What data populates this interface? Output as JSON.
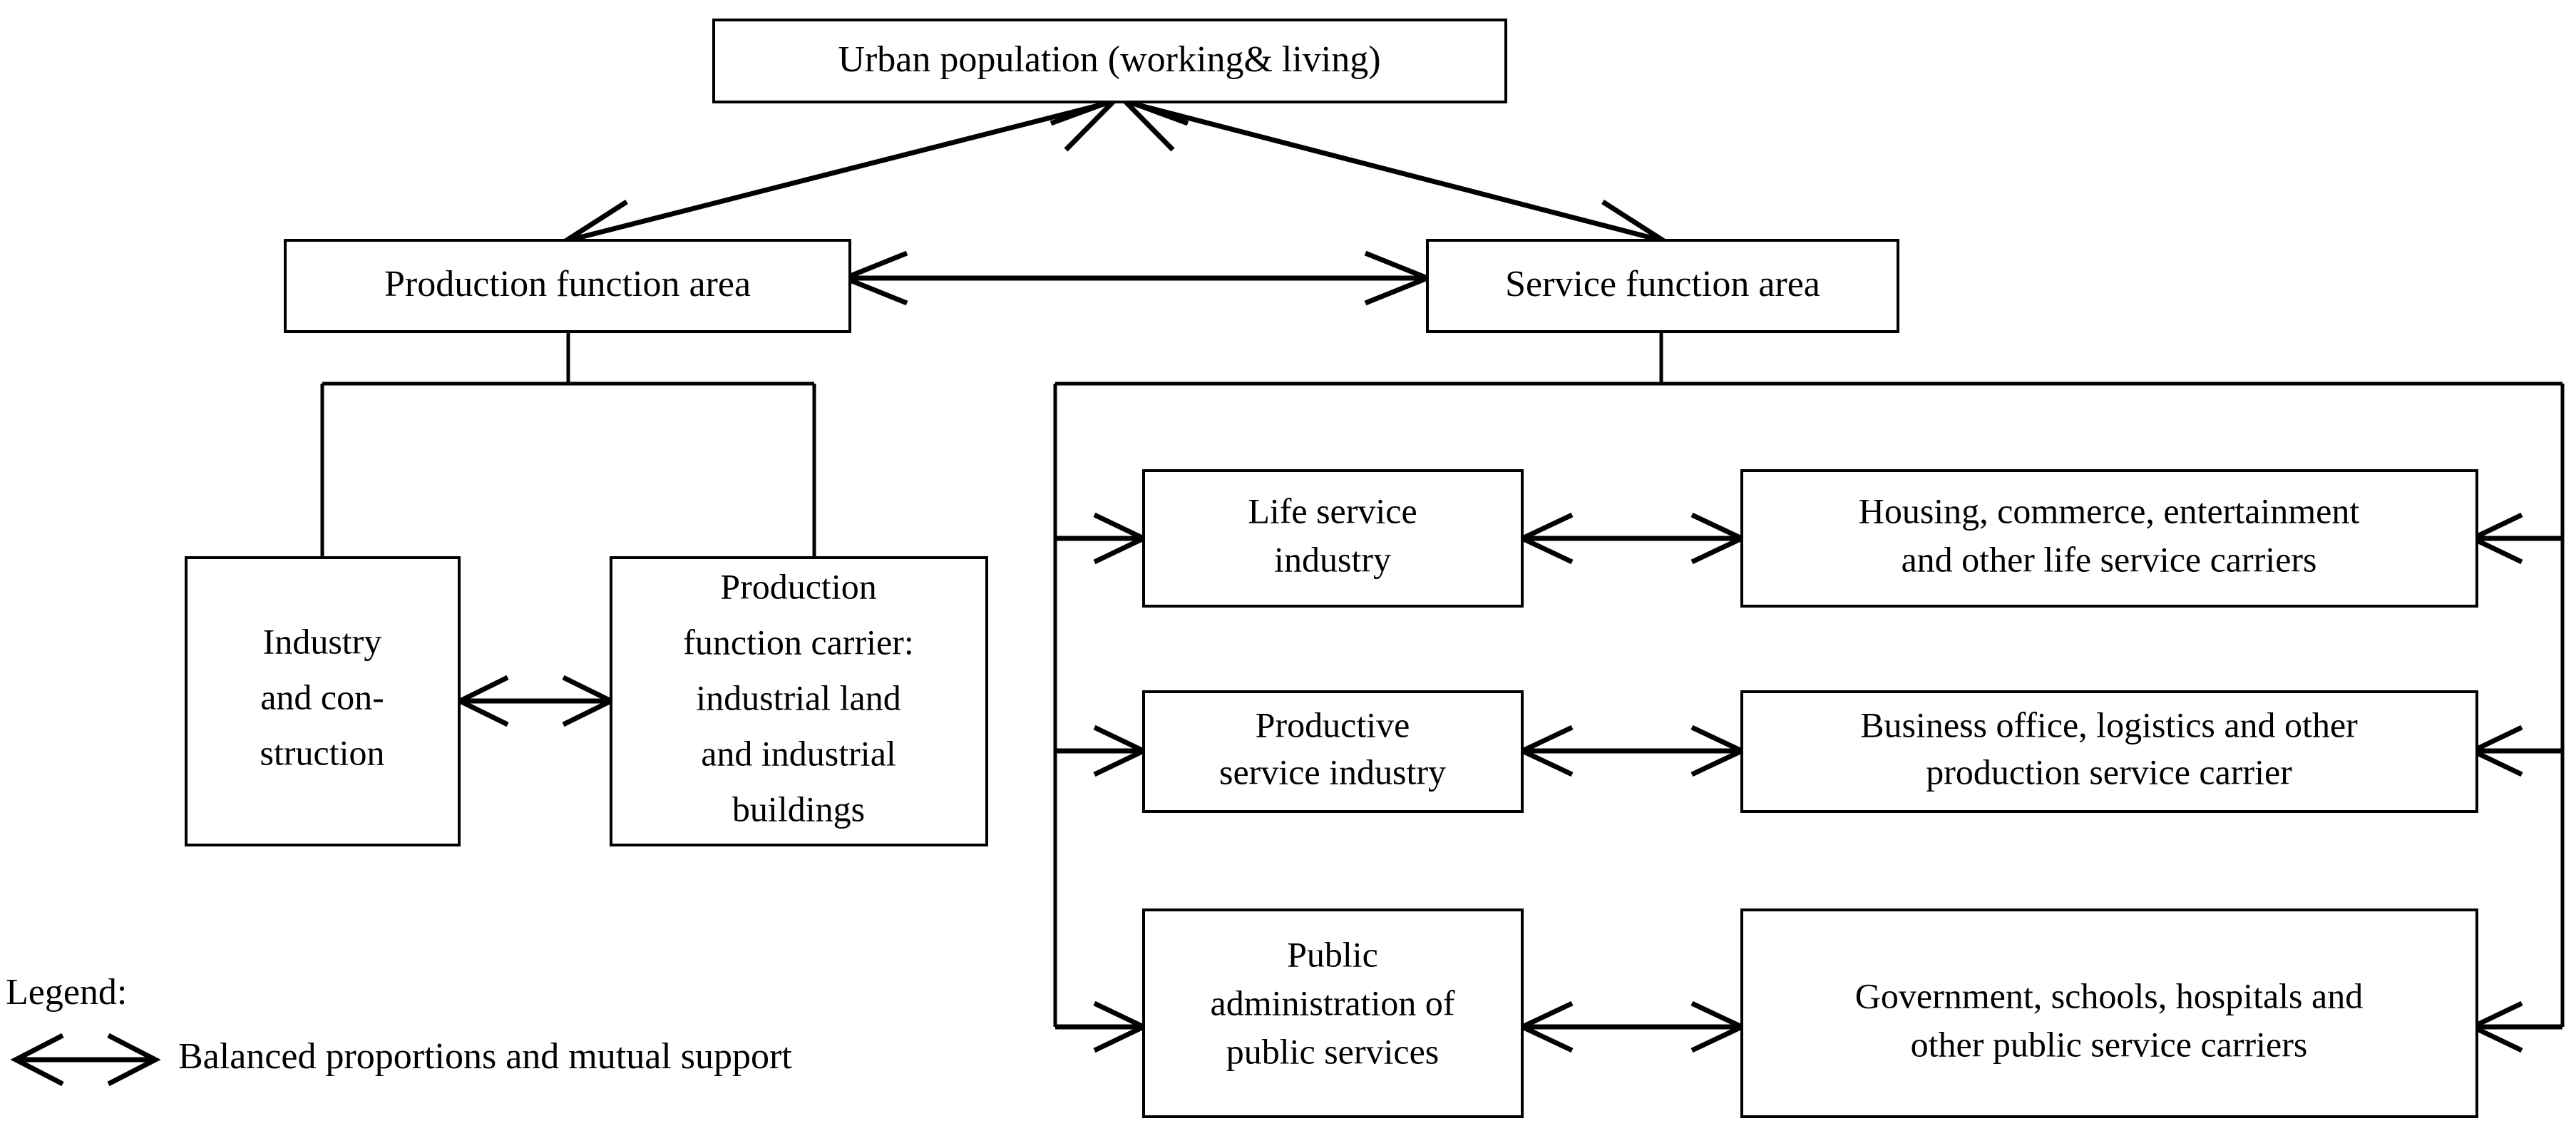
{
  "diagram": {
    "title_node": {
      "label": "Urban population (working& living)"
    },
    "area_nodes": {
      "production": "Production function area",
      "service": "Service function area"
    },
    "production_children": {
      "industry": {
        "line1": "Industry",
        "line2": "and con-",
        "line3": "struction"
      },
      "carrier": {
        "line1": "Production",
        "line2": "function carrier:",
        "line3": "industrial land",
        "line4": "and industrial",
        "line5": "buildings"
      }
    },
    "service_rows": [
      {
        "industry": {
          "line1": "Life service",
          "line2": "industry"
        },
        "carrier": {
          "line1": "Housing, commerce, entertainment",
          "line2": "and other life service carriers"
        }
      },
      {
        "industry": {
          "line1": "Productive",
          "line2": "service industry"
        },
        "carrier": {
          "line1": "Business office, logistics and other",
          "line2": "production service carrier"
        }
      },
      {
        "industry": {
          "line1": "Public",
          "line2": "administration of",
          "line3": "public services"
        },
        "carrier": {
          "line1": "Government, schools, hospitals and",
          "line2": "other public service carriers"
        }
      }
    ],
    "legend": {
      "heading": "Legend:",
      "symbol_name": "double-headed-arrow",
      "description": "Balanced proportions and mutual support"
    },
    "colors": {
      "stroke": "#000000",
      "fill": "#ffffff",
      "background": "#ffffff"
    }
  }
}
